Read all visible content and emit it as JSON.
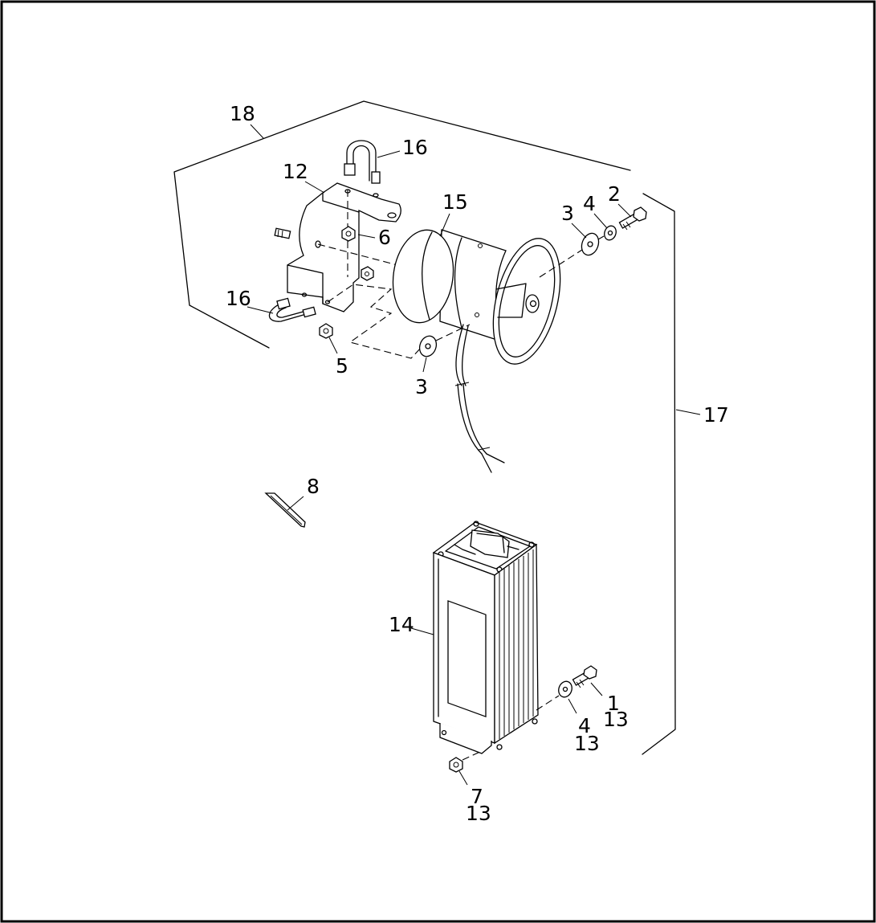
{
  "diagram": {
    "callouts": [
      {
        "id": "c1",
        "text": "18"
      },
      {
        "id": "c2",
        "text": "16"
      },
      {
        "id": "c3",
        "text": "12"
      },
      {
        "id": "c4",
        "text": "15"
      },
      {
        "id": "c5",
        "text": "2"
      },
      {
        "id": "c6",
        "text": "4"
      },
      {
        "id": "c7",
        "text": "3"
      },
      {
        "id": "c8",
        "text": "6"
      },
      {
        "id": "c9",
        "text": "16"
      },
      {
        "id": "c10",
        "text": "5"
      },
      {
        "id": "c11",
        "text": "3"
      },
      {
        "id": "c12",
        "text": "17"
      },
      {
        "id": "c13",
        "text": "8"
      },
      {
        "id": "c14",
        "text": "14"
      },
      {
        "id": "c15",
        "text": "1"
      },
      {
        "id": "c16",
        "text": "13"
      },
      {
        "id": "c17",
        "text": "4"
      },
      {
        "id": "c18",
        "text": "13"
      },
      {
        "id": "c19",
        "text": "7"
      },
      {
        "id": "c20",
        "text": "13"
      }
    ]
  }
}
